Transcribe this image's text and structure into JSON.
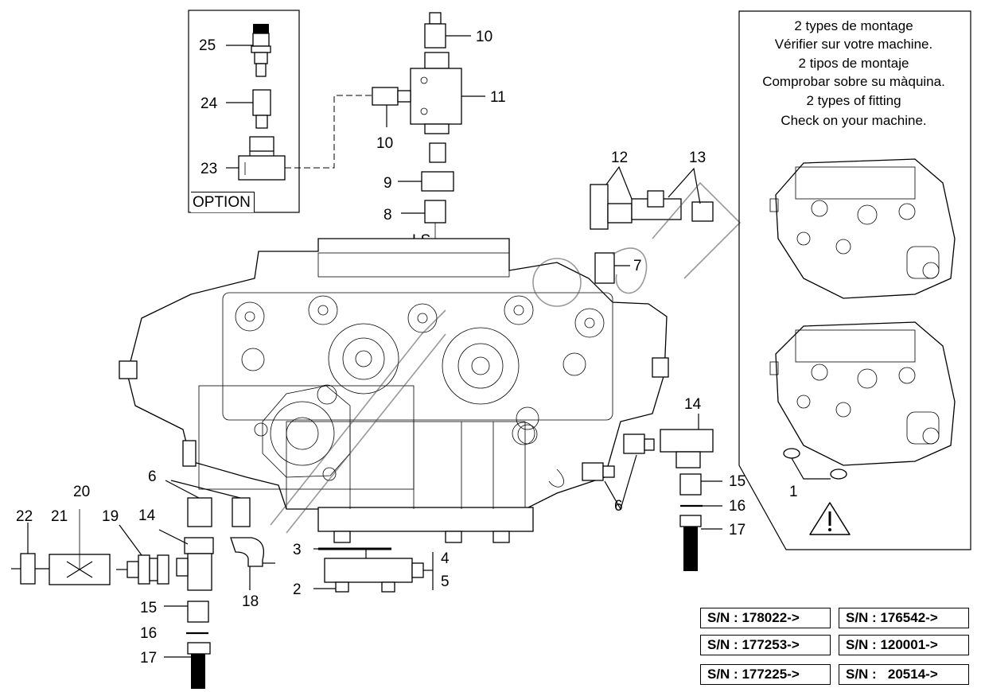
{
  "note": {
    "lines": [
      "2 types de montage",
      "Vérifier sur votre machine.",
      "2 tipos de montaje",
      "Comprobar sobre su màquina.",
      "2 types of fitting",
      "Check on your machine."
    ]
  },
  "option_label": "OPTION",
  "ls_label": "LS",
  "callouts": {
    "c25": "25",
    "c24": "24",
    "c23": "23",
    "c10a": "10",
    "c11": "11",
    "c10b": "10",
    "c9": "9",
    "c8": "8",
    "c12": "12",
    "c13": "13",
    "c7": "7",
    "c14r": "14",
    "c15r": "15",
    "c16r": "16",
    "c17r": "17",
    "c6r": "6",
    "c1": "1",
    "c6l": "6",
    "c14l": "14",
    "c20": "20",
    "c21": "21",
    "c22": "22",
    "c19": "19",
    "c15l": "15",
    "c16l": "16",
    "c17l": "17",
    "c18": "18",
    "c3": "3",
    "c2": "2",
    "c4": "4",
    "c5": "5"
  },
  "serial_numbers": [
    [
      "S/N : 178022->",
      "S/N : 176542->"
    ],
    [
      "S/N : 177253->",
      "S/N : 120001->"
    ],
    [
      "S/N : 177225->",
      "S/N :   20514->"
    ]
  ]
}
